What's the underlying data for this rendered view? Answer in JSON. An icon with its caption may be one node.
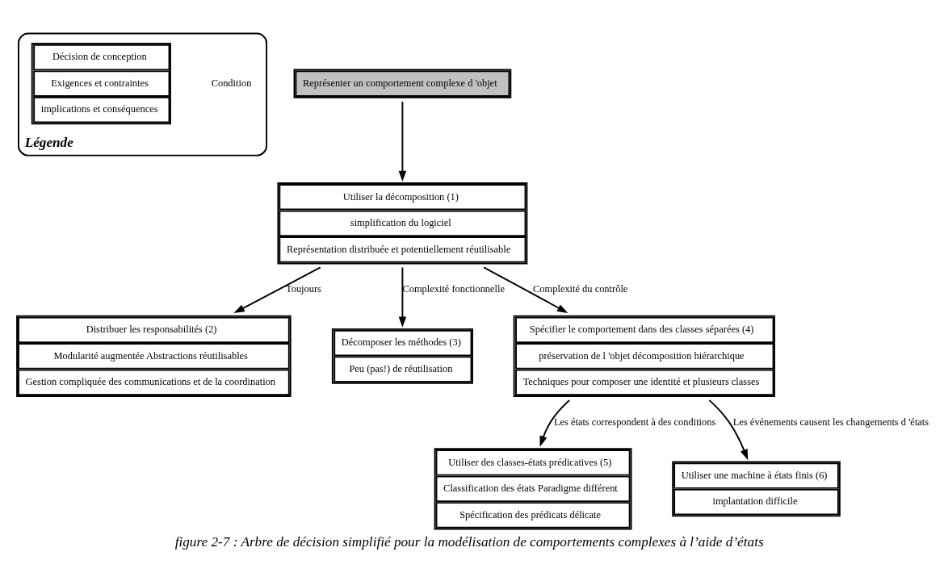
{
  "diagram": {
    "caption": "figure 2-7 : Arbre de décision simplifié pour la modélisation de comportements complexes à l’aide d’états",
    "nodes": [
      {
        "text": [
          "Légende"
        ]
      },
      {
        "text": [
          "Condition"
        ],
        "in": 0
      },
      {
        "text": [
          "Décision de conception",
          "Exigences et contraintes",
          "implications et conséquences"
        ],
        "in": 0
      },
      {
        "text": [
          "Représenter un comportement complexe d 'objet"
        ]
      },
      {
        "text": [
          "Utiliser la décomposition (1)",
          "simplification du logiciel",
          "Représentation distribuée et potentiellement réutilisable"
        ]
      },
      {
        "text": [
          "Distribuer les responsabilités (2)",
          "Modularité augmentée Abstractions réutilisables",
          "Gestion compliquée des communications et de la coordination"
        ]
      },
      {
        "text": [
          "Décomposer les méthodes (3)",
          "Peu (pas!) de réutilisation"
        ]
      },
      {
        "text": [
          "Spécifier le comportement dans des classes séparées (4)",
          "préservation de l 'objet décomposition hiérarchique",
          "Techniques pour composer une identité et plusieurs classes"
        ]
      },
      {
        "text": [
          "Utiliser des classes-états prédicatives (5)",
          "Classification des états Paradigme différent",
          "Spécification des prédicats délicate"
        ]
      },
      {
        "text": [
          "Utiliser une machine à états finis (6)",
          "implantation difficile"
        ]
      }
    ],
    "edges": [
      {
        "from": 3,
        "to": 4,
        "arrow": "to"
      },
      {
        "from": 4,
        "to": 5,
        "arrow": "to",
        "label": "Toujours"
      },
      {
        "from": 4,
        "to": 6,
        "arrow": "to",
        "label": "Complexité fonctionnelle"
      },
      {
        "from": 4,
        "to": 7,
        "arrow": "to",
        "label": "Complexité du contrôle"
      },
      {
        "from": 7,
        "to": 8,
        "arrow": "to",
        "label": "Les états correspondent à des conditions"
      },
      {
        "from": 7,
        "to": 9,
        "arrow": "to",
        "label": "Les événements causent les changements d 'états"
      }
    ]
  }
}
